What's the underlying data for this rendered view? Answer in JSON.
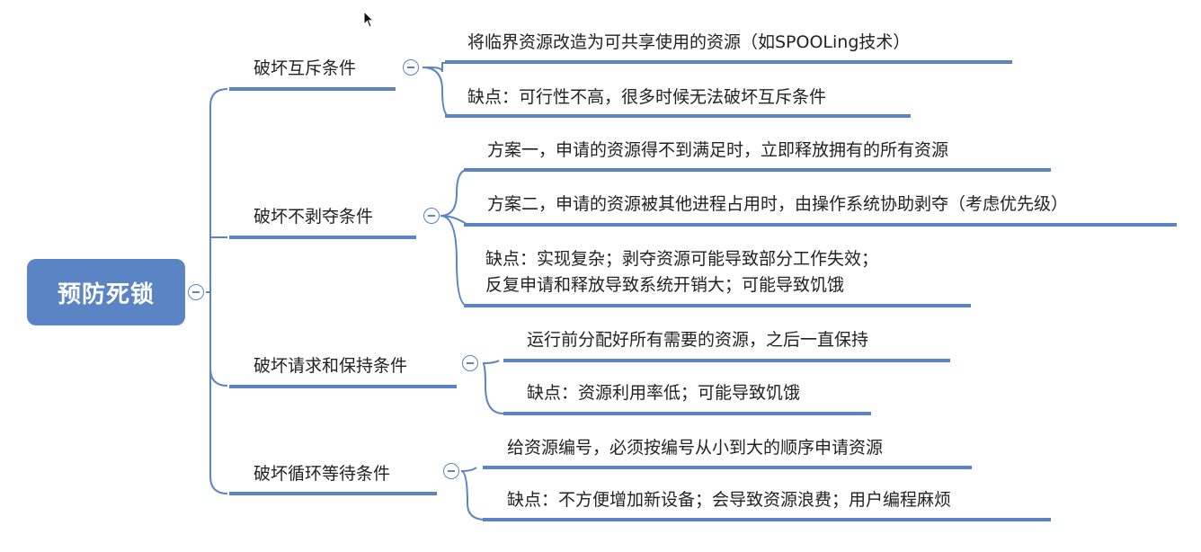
{
  "root": {
    "label": "预防死锁"
  },
  "branches": [
    {
      "label": "破坏互斥条件",
      "children": [
        "将临界资源改造为可共享使用的资源（如SPOOLing技术）",
        "缺点：可行性不高，很多时候无法破坏互斥条件"
      ]
    },
    {
      "label": "破坏不剥夺条件",
      "children": [
        "方案一，申请的资源得不到满足时，立即释放拥有的所有资源",
        "方案二，申请的资源被其他进程占用时，由操作系统协助剥夺（考虑优先级）",
        "缺点：实现复杂；剥夺资源可能导致部分工作失效；\n反复申请和释放导致系统开销大；可能导致饥饿"
      ]
    },
    {
      "label": "破坏请求和保持条件",
      "children": [
        "运行前分配好所有需要的资源，之后一直保持",
        "缺点：资源利用率低；可能导致饥饿"
      ]
    },
    {
      "label": "破坏循环等待条件",
      "children": [
        "给资源编号，必须按编号从小到大的顺序申请资源",
        "缺点：不方便增加新设备；会导致资源浪费；用户编程麻烦"
      ]
    }
  ],
  "colors": {
    "accent": "#5b84c4",
    "text": "#222222"
  }
}
